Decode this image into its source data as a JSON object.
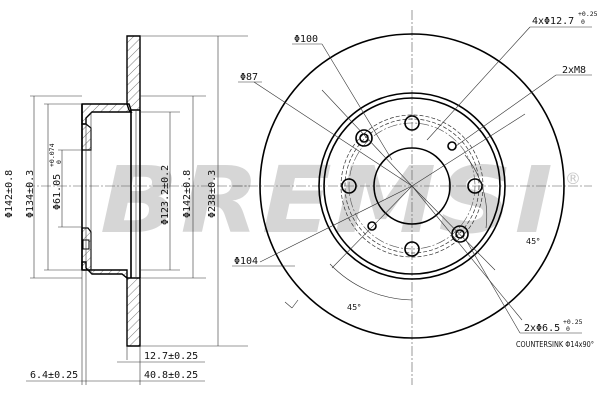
{
  "title": "Brake disc technical drawing",
  "brand": {
    "logo_text": "BREMSI",
    "registered_mark": "®",
    "logo_color": "#c8c8c8"
  },
  "section_view": {
    "dimensions": {
      "outer_dia_1": "Φ142±0.8",
      "pcd_outer": "Φ134±0.3",
      "center_bore_value": "Φ61.05",
      "center_bore_tol_upper": "+0.074",
      "center_bore_tol_lower": "0",
      "hat_inner_dia": "Φ123.2±0.2",
      "hat_outer_dia": "Φ142±0.8",
      "disc_outer_dia": "Φ238±0.3",
      "thickness": "12.7±0.25",
      "hat_thickness": "6.4±0.25",
      "total_height": "40.8±0.25"
    }
  },
  "front_view": {
    "labels": {
      "pcd_100": "Φ100",
      "pcd_87": "Φ87",
      "dia_104": "Φ104",
      "angle_top": "45°",
      "angle_bottom": "45°"
    },
    "callouts": {
      "bolt_holes_value": "4xΦ12.7",
      "bolt_holes_tol_upper": "+0.25",
      "bolt_holes_tol_lower": "0",
      "threaded_holes": "2xM8",
      "small_holes_value": "2xΦ6.5",
      "small_holes_tol_upper": "+0.25",
      "small_holes_tol_lower": "0",
      "countersink": "COUNTERSINK Φ14x90°"
    }
  }
}
